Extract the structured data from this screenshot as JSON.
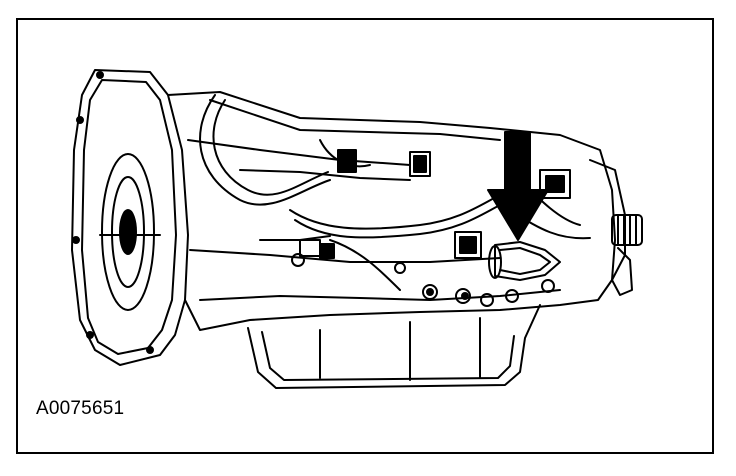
{
  "figure": {
    "id_label": "A0075651",
    "subject": "transmission-illustration",
    "callout": "arrow-pointing-down",
    "colors": {
      "ink": "#000000",
      "paper": "#ffffff"
    }
  }
}
